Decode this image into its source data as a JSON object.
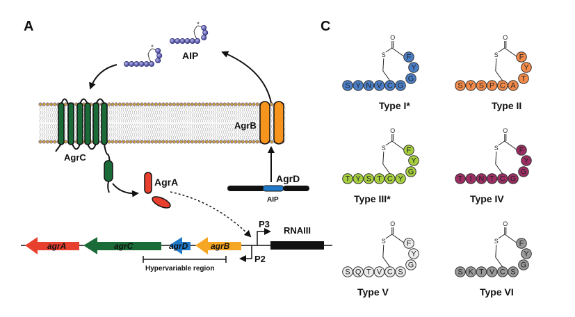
{
  "panels": {
    "a": {
      "letter": "A",
      "aip_label": "AIP",
      "agrb_label": "AgrB",
      "agrc_label": "AgrC",
      "agra_label": "AgrA",
      "agrd_label": "AgrD",
      "agrd_aip_label": "AIP",
      "p3_label": "P3",
      "p2_label": "P2",
      "rnaiii_label": "RNAIII",
      "hypervariable_label": "Hypervariable region",
      "genes": [
        {
          "name": "agrA",
          "color": "#e8402f"
        },
        {
          "name": "agrC",
          "color": "#1a6b38"
        },
        {
          "name": "agrD",
          "color": "#1f78c8"
        },
        {
          "name": "agrB",
          "color": "#f5a623"
        }
      ],
      "colors": {
        "aip_bead": "#4a4aa8",
        "agrc": "#1a6b38",
        "agrb": "#f7941d",
        "agra": "#e8402f",
        "agrd_aip": "#1f78c8",
        "lipid_head": "#c9a33a"
      }
    },
    "c": {
      "letter": "C",
      "types": [
        {
          "label": "Type I*",
          "chain": [
            "S",
            "Y",
            "N",
            "V",
            "C",
            "G"
          ],
          "ring": [
            "G",
            "Y",
            "F"
          ],
          "color": "#4a7fc8"
        },
        {
          "label": "Type II",
          "chain": [
            "S",
            "Y",
            "S",
            "P",
            "C",
            "A"
          ],
          "ring": [
            "T",
            "Y",
            "F"
          ],
          "color": "#f48b4a"
        },
        {
          "label": "Type III*",
          "chain": [
            "T",
            "Y",
            "S",
            "T",
            "C",
            "Y"
          ],
          "ring": [
            "G",
            "Y",
            "F"
          ],
          "color": "#a6cf3f"
        },
        {
          "label": "Type IV",
          "chain": [
            "T",
            "I",
            "N",
            "T",
            "C",
            "G"
          ],
          "ring": [
            "G",
            "Y",
            "F"
          ],
          "color": "#9c2e63"
        },
        {
          "label": "Type V",
          "chain": [
            "S",
            "Q",
            "T",
            "V",
            "C",
            "S"
          ],
          "ring": [
            "G",
            "Y",
            "F"
          ],
          "color": "#ececec"
        },
        {
          "label": "Type VI",
          "chain": [
            "S",
            "K",
            "T",
            "V",
            "C",
            "S"
          ],
          "ring": [
            "G",
            "Y",
            "F"
          ],
          "color": "#9a9a9a"
        }
      ],
      "thioester": {
        "s_label": "S",
        "o_label": "O"
      }
    }
  }
}
